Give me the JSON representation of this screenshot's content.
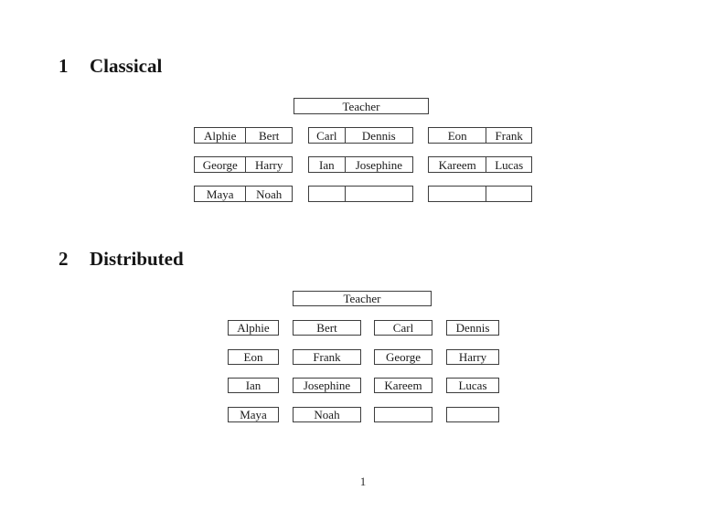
{
  "page_number": "1",
  "sections": [
    {
      "number": "1",
      "title": "Classical",
      "teacher_label": "Teacher",
      "desk_rows": [
        [
          [
            "Alphie",
            "Bert"
          ],
          [
            "Carl",
            "Dennis"
          ],
          [
            "Eon",
            "Frank"
          ]
        ],
        [
          [
            "George",
            "Harry"
          ],
          [
            "Ian",
            "Josephine"
          ],
          [
            "Kareem",
            "Lucas"
          ]
        ],
        [
          [
            "Maya",
            "Noah"
          ],
          [
            "",
            ""
          ],
          [
            "",
            ""
          ]
        ]
      ]
    },
    {
      "number": "2",
      "title": "Distributed",
      "teacher_label": "Teacher",
      "desk_rows": [
        [
          "Alphie",
          "Bert",
          "Carl",
          "Dennis"
        ],
        [
          "Eon",
          "Frank",
          "George",
          "Harry"
        ],
        [
          "Ian",
          "Josephine",
          "Kareem",
          "Lucas"
        ],
        [
          "Maya",
          "Noah",
          "",
          ""
        ]
      ]
    }
  ]
}
